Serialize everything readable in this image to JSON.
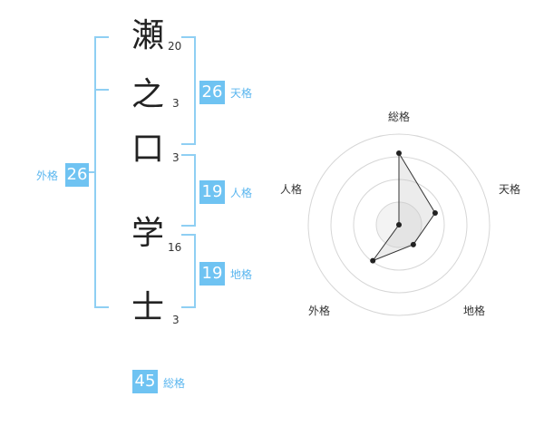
{
  "name": {
    "chars": [
      "瀬",
      "之",
      "口",
      "学",
      "士"
    ],
    "strokes": [
      "20",
      "3",
      "3",
      "16",
      "3"
    ]
  },
  "scores": {
    "tenkaku": {
      "value": "26",
      "label": "天格"
    },
    "jinkaku": {
      "value": "19",
      "label": "人格"
    },
    "chikaku": {
      "value": "19",
      "label": "地格"
    },
    "gaikaku": {
      "value": "26",
      "label": "外格"
    },
    "soukaku": {
      "value": "45",
      "label": "総格"
    }
  },
  "radar": {
    "axes": [
      "総格",
      "天格",
      "地格",
      "外格",
      "人格"
    ],
    "levels": 4,
    "values": [
      0.79,
      0.42,
      0.27,
      0.49,
      0.0
    ]
  }
}
